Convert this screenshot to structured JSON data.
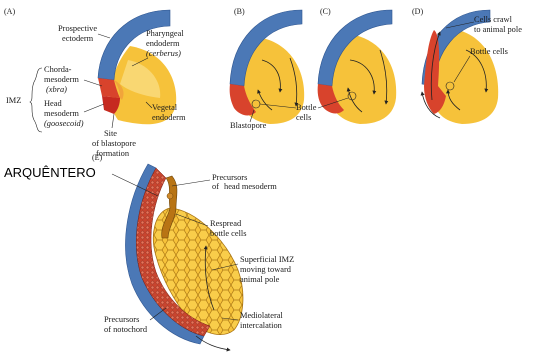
{
  "colors": {
    "ectoderm": "#4b78b6",
    "endoderm": "#f6c23a",
    "endoderm_light": "#fbe08a",
    "chordamesoderm": "#d8432c",
    "head_mesoderm": "#c62a20",
    "cell_outline": "#9a6a10",
    "notochord_cells": "#b84a38"
  },
  "panels": {
    "A": "(A)",
    "B": "(B)",
    "C": "(C)",
    "D": "(D)",
    "E": "(E)"
  },
  "labels": {
    "prospective_ectoderm": [
      "Prospective",
      "ectoderm"
    ],
    "pharyngeal_endoderm": [
      "Pharyngeal",
      "endoderm",
      "(cerberus)"
    ],
    "chordamesoderm": [
      "Chorda-",
      "mesoderm",
      "(xbra)"
    ],
    "imz": "IMZ",
    "head_mesoderm": [
      "Head",
      "mesoderm",
      "(goosecoid)"
    ],
    "blastopore_site": [
      "Site",
      "of blastopore",
      "formation"
    ],
    "vegetal_endoderm": [
      "Vegetal",
      "endoderm"
    ],
    "blastopore": "Blastopore",
    "bottle_cells_bc": [
      "Bottle",
      "cells"
    ],
    "cells_crawl": [
      "Cells crawl",
      "to animal pole"
    ],
    "bottle_cells_d": "Bottle cells",
    "archenteron": "ARQUÊNTERO",
    "precursors_head": [
      "Precursors",
      "of",
      "head mesoderm"
    ],
    "respread": [
      "Respread",
      "bottle cells"
    ],
    "superficial_imz": [
      "Superficial IMZ",
      "moving toward",
      "animal pole"
    ],
    "precursors_notochord": [
      "Precursors",
      "of notochord"
    ],
    "mediolateral": [
      "Mediolateral",
      "intercalation"
    ]
  }
}
